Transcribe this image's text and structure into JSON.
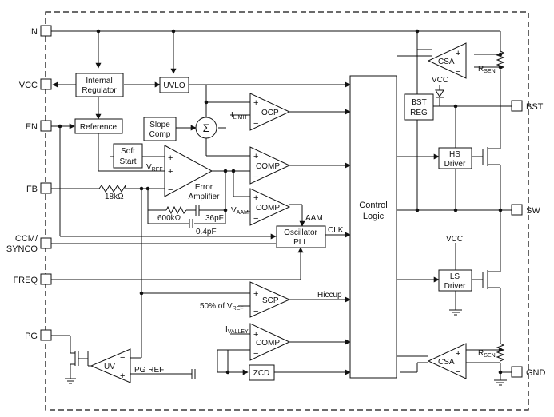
{
  "pins": {
    "in": "IN",
    "vcc": "VCC",
    "en": "EN",
    "fb": "FB",
    "ccm_line1": "CCM/",
    "ccm_line2": "SYNCO",
    "freq": "FREQ",
    "pg": "PG",
    "bst": "BST",
    "sw": "SW",
    "gnd": "GND"
  },
  "blocks": {
    "internal_regulator_line1": "Internal",
    "internal_regulator_line2": "Regulator",
    "uvlo": "UVLO",
    "reference": "Reference",
    "slope_comp_line1": "Slope",
    "slope_comp_line2": "Comp",
    "soft_start_line1": "Soft",
    "soft_start_line2": "Start",
    "error_amp_line1": "Error",
    "error_amp_line2": "Amplifier",
    "ocp": "OCP",
    "comp": "COMP",
    "oscillator_line1": "Oscillator",
    "oscillator_line2": "PLL",
    "scp": "SCP",
    "zcd": "ZCD",
    "uv": "UV",
    "control_logic_line1": "Control",
    "control_logic_line2": "Logic",
    "bst_reg_line1": "BST",
    "bst_reg_line2": "REG",
    "hs_driver_line1": "HS",
    "hs_driver_line2": "Driver",
    "ls_driver_line1": "LS",
    "ls_driver_line2": "Driver",
    "csa": "CSA",
    "summer": "Σ"
  },
  "labels": {
    "i_limit_main": "I",
    "i_limit_sub": "LIMIT",
    "v_ref_main": "V",
    "v_ref_sub": "REF",
    "r_18k": "18kΩ",
    "r_600k": "600kΩ",
    "c_36p": "36pF",
    "c_04p": "0.4pF",
    "v_aam_main": "V",
    "v_aam_sub": "AAM",
    "aam": "AAM",
    "clk": "CLK",
    "hiccup": "Hiccup",
    "scp_ref_main": "50% of V",
    "scp_ref_sub": "REF",
    "i_valley_main": "I",
    "i_valley_sub": "VALLEY",
    "pg_ref": "PG REF",
    "vcc_top": "VCC",
    "vcc_ls": "VCC",
    "r_sen_main": "R",
    "r_sen_sub": "SEN",
    "plus": "+",
    "minus": "−"
  }
}
